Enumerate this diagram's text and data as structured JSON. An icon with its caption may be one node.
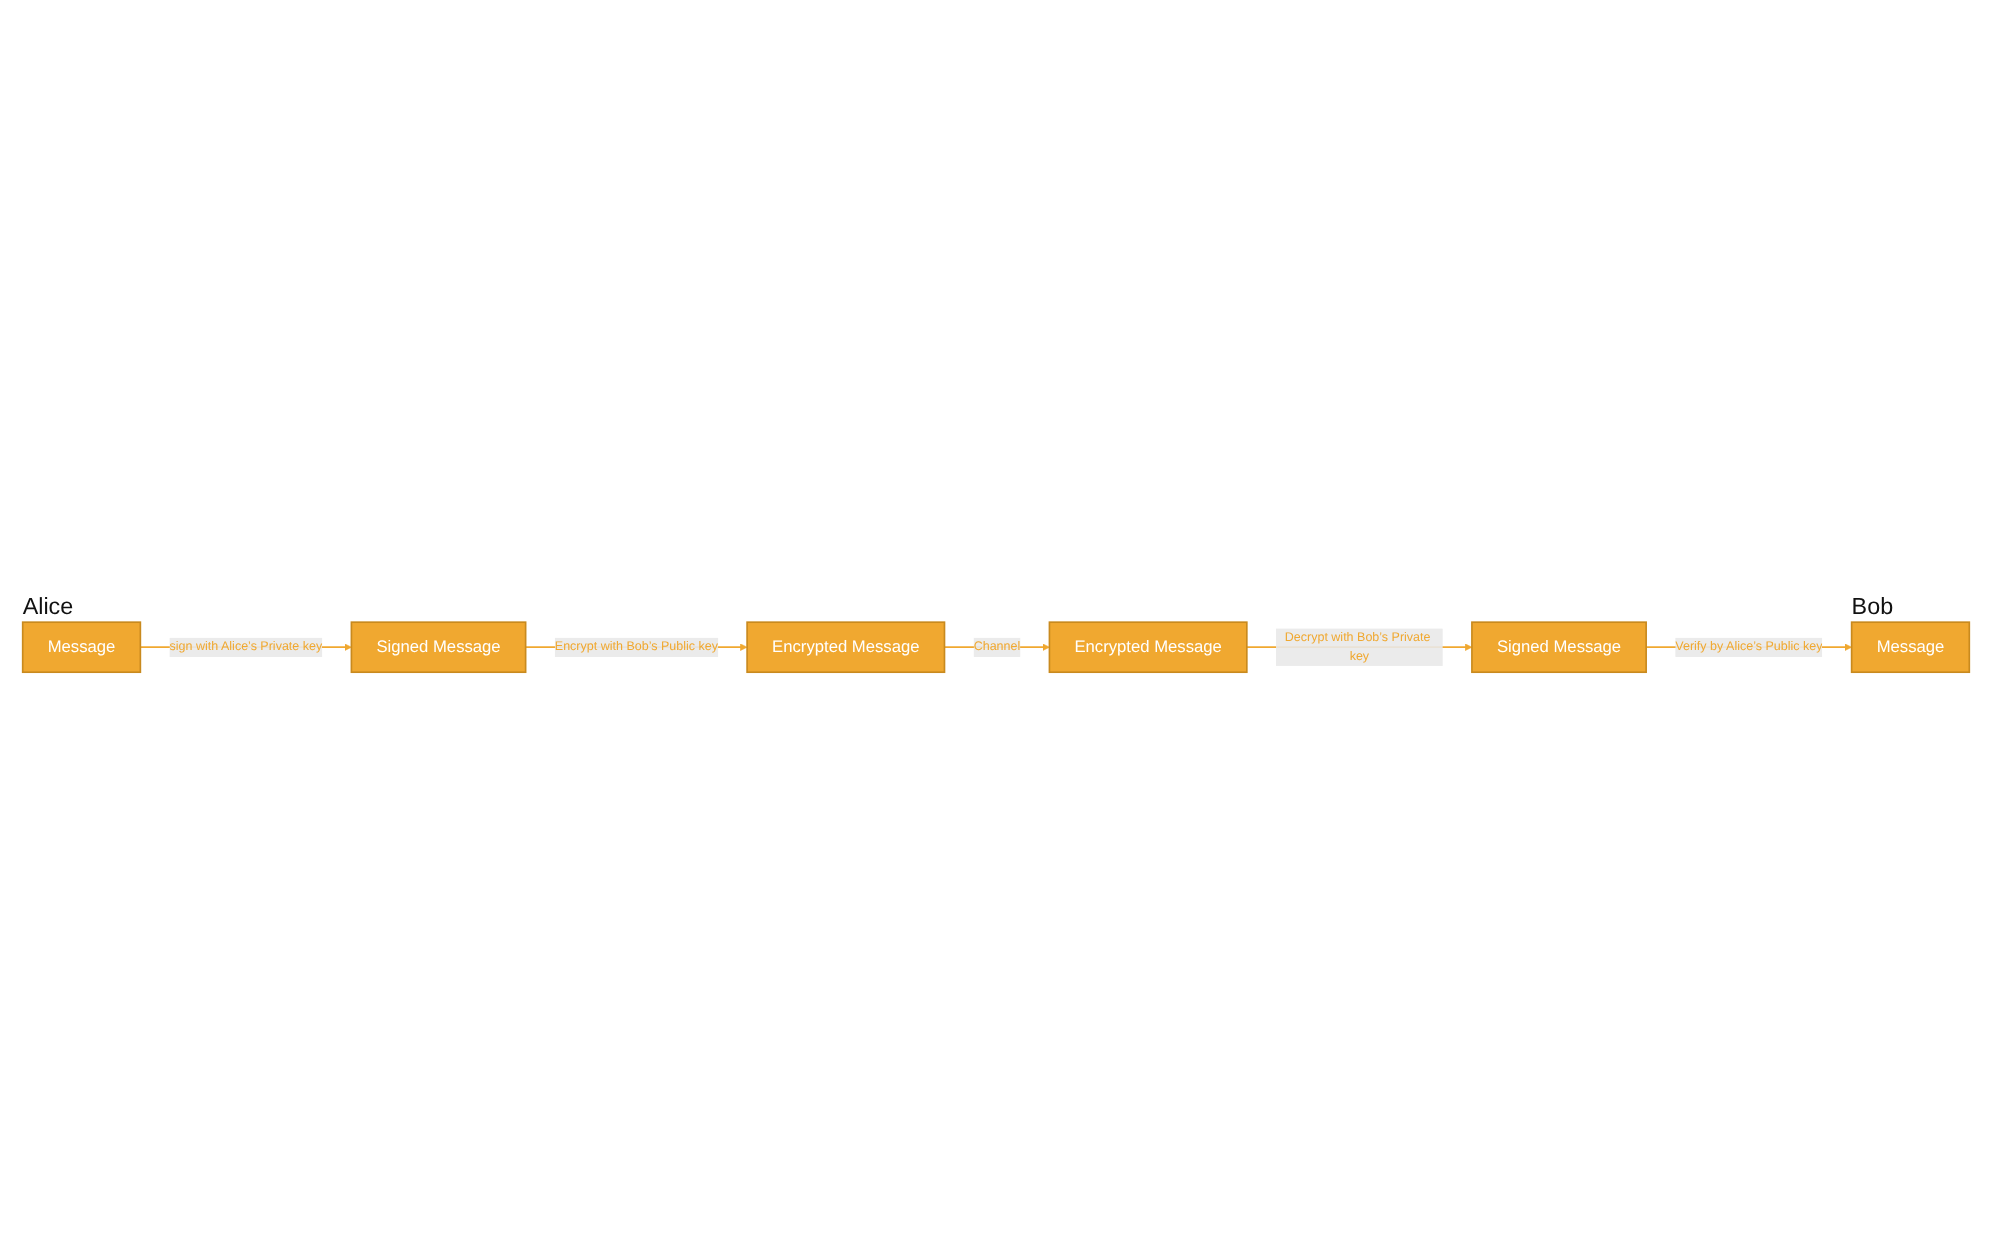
{
  "diagram": {
    "nodes": [
      {
        "text": [
          "Message"
        ],
        "beside": [
          "Alice"
        ]
      },
      {
        "text": [
          "Signed Message"
        ]
      },
      {
        "text": [
          "Encrypted Message"
        ]
      },
      {
        "text": [
          "Encrypted Message"
        ]
      },
      {
        "text": [
          "Signed Message"
        ]
      },
      {
        "text": [
          "Message"
        ],
        "beside": [
          "Bob"
        ]
      }
    ],
    "edges": [
      {
        "from": 0,
        "to": 1,
        "arrow": "to",
        "label": "sign with Alice’s Private key"
      },
      {
        "from": 1,
        "to": 2,
        "arrow": "to",
        "label": "Encrypt with Bob’s Public key"
      },
      {
        "from": 2,
        "to": 3,
        "arrow": "to",
        "label": "Channel"
      },
      {
        "from": 3,
        "to": 4,
        "arrow": "to",
        "label": "Decrypt with Bob’s Private key"
      },
      {
        "from": 4,
        "to": 5,
        "arrow": "to",
        "label": "Verify by Alice’s Public key"
      }
    ]
  }
}
